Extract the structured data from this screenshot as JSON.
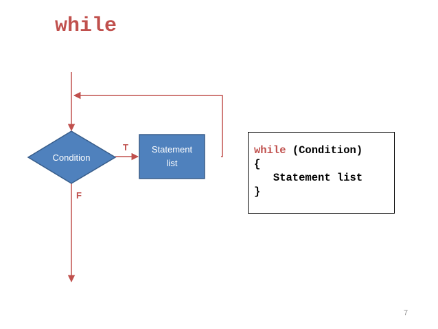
{
  "title": "while",
  "flowchart": {
    "condition_label": "Condition",
    "statement_label_line1": "Statement",
    "statement_label_line2": "list",
    "true_label": "T",
    "false_label": "F"
  },
  "code": {
    "keyword": "while",
    "condition_part": " (Condition)",
    "open_brace": "{",
    "body": "   Statement list",
    "close_brace": "}"
  },
  "page_number": "7",
  "colors": {
    "accent_red": "#c0504d",
    "shape_fill": "#4f81bd",
    "shape_stroke": "#385d8a",
    "arrow_line": "#c0504d"
  }
}
